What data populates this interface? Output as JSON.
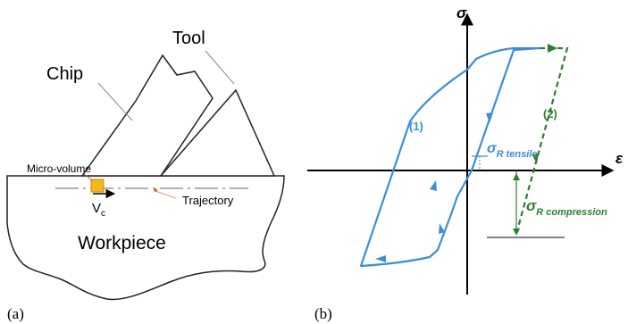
{
  "panel_a": {
    "label": "(a)",
    "labels": {
      "tool": "Tool",
      "chip": "Chip",
      "micro_volume": "Micro-volume",
      "velocity": "V",
      "velocity_sub": "c",
      "trajectory": "Trajectory",
      "workpiece": "Workpiece"
    }
  },
  "panel_b": {
    "label": "(b)",
    "axes": {
      "y": "σ",
      "x": "ε"
    },
    "curve_labels": {
      "loop": "(1)",
      "unload": "(2)"
    },
    "residual_tensile": {
      "symbol": "σ",
      "sub": "R tensile"
    },
    "residual_compression": {
      "symbol": "σ",
      "sub": "R compression"
    },
    "colors": {
      "loop": "#3e8ed6",
      "unload": "#2f7d2f",
      "axis": "#000000"
    }
  }
}
